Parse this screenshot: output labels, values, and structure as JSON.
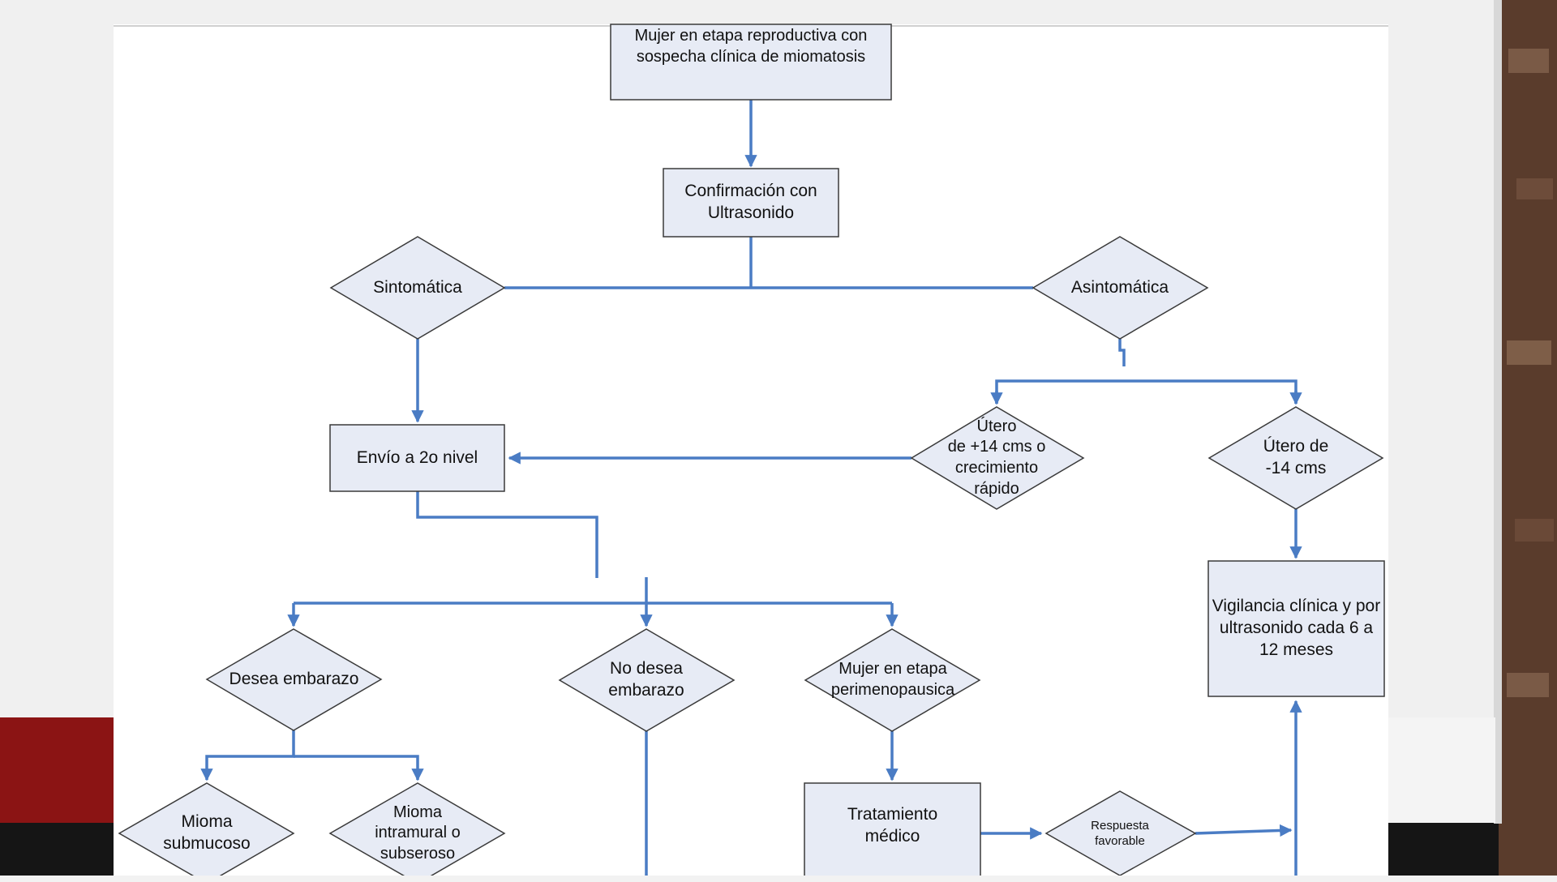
{
  "colors": {
    "accent_red": "#8b1414",
    "slide_white": "#f4f4f4",
    "brick": "#5a3c2c",
    "chart_bg": "#ffffff",
    "node_fill": "#e7ebf5",
    "connector": "#4a7cc4"
  },
  "nodes": {
    "start": "Mujer en etapa reproductiva con\nsospecha clínica de miomatosis",
    "confirm": "Confirmación con\nUltrasonido",
    "sintomatica": "Sintomática",
    "asintomatica": "Asintomática",
    "envio": "Envío a 2o nivel",
    "utero_mas14": "Útero\nde +14 cms o\ncrecimiento\nrápido",
    "utero_menos14": "Útero de\n-14 cms",
    "vigilancia": "Vigilancia clínica y por\nultrasonido cada 6 a\n12 meses",
    "desea_embarazo": "Desea embarazo",
    "no_desea": "No desea\nembarazo",
    "perimenopausica": "Mujer en etapa\nperimenopausica",
    "submucoso": "Mioma\nsubmucoso",
    "intramural": "Mioma\nintramural o\nsubseroso",
    "tratamiento": "Tratamiento\nmédico",
    "respuesta": "Respuesta\nfavorable"
  }
}
